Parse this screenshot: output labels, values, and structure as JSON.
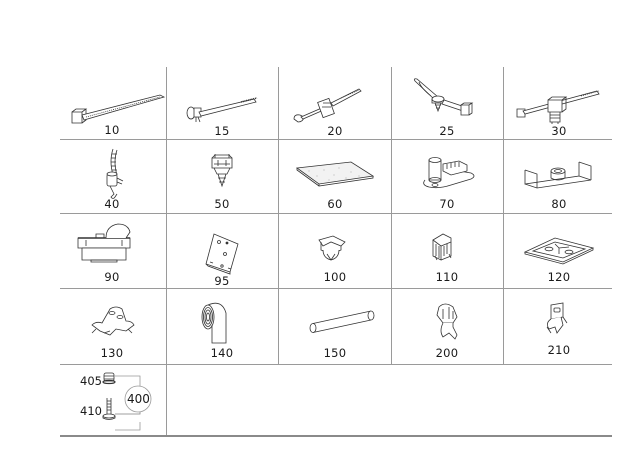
{
  "catalog": {
    "rows": [
      [
        {
          "id": "10",
          "icon": "cable-tie-icon"
        },
        {
          "id": "15",
          "icon": "push-mount-cable-tie-icon"
        },
        {
          "id": "20",
          "icon": "edge-clip-cable-tie-icon"
        },
        {
          "id": "25",
          "icon": "arrowhead-cable-tie-icon"
        },
        {
          "id": "30",
          "icon": "stud-mount-cable-tie-icon"
        }
      ],
      [
        {
          "id": "40",
          "icon": "corrugated-tube-clip-icon"
        },
        {
          "id": "50",
          "icon": "push-in-clip-icon"
        },
        {
          "id": "60",
          "icon": "foam-pad-icon"
        },
        {
          "id": "70",
          "icon": "connector-bracket-icon"
        },
        {
          "id": "80",
          "icon": "grommet-plate-icon"
        }
      ],
      [
        {
          "id": "90",
          "icon": "connector-housing-icon"
        },
        {
          "id": "95",
          "icon": "mounting-plate-icon"
        },
        {
          "id": "100",
          "icon": "edge-clip-icon"
        },
        {
          "id": "110",
          "icon": "channel-clip-icon"
        },
        {
          "id": "120",
          "icon": "adhesive-mount-base-icon"
        }
      ],
      [
        {
          "id": "130",
          "icon": "spring-clip-icon"
        },
        {
          "id": "140",
          "icon": "tape-roll-icon"
        },
        {
          "id": "150",
          "icon": "tube-sleeve-icon"
        },
        {
          "id": "200",
          "icon": "metal-clamp-icon"
        },
        {
          "id": "210",
          "icon": "fir-tree-clip-icon"
        }
      ]
    ],
    "kit": {
      "id": "400",
      "parts": [
        {
          "id": "405",
          "icon": "nut-icon"
        },
        {
          "id": "410",
          "icon": "bolt-icon"
        }
      ]
    }
  },
  "colors": {
    "line": "#9a9a9a",
    "text": "#1a1a1a",
    "drawing": "#333333"
  }
}
